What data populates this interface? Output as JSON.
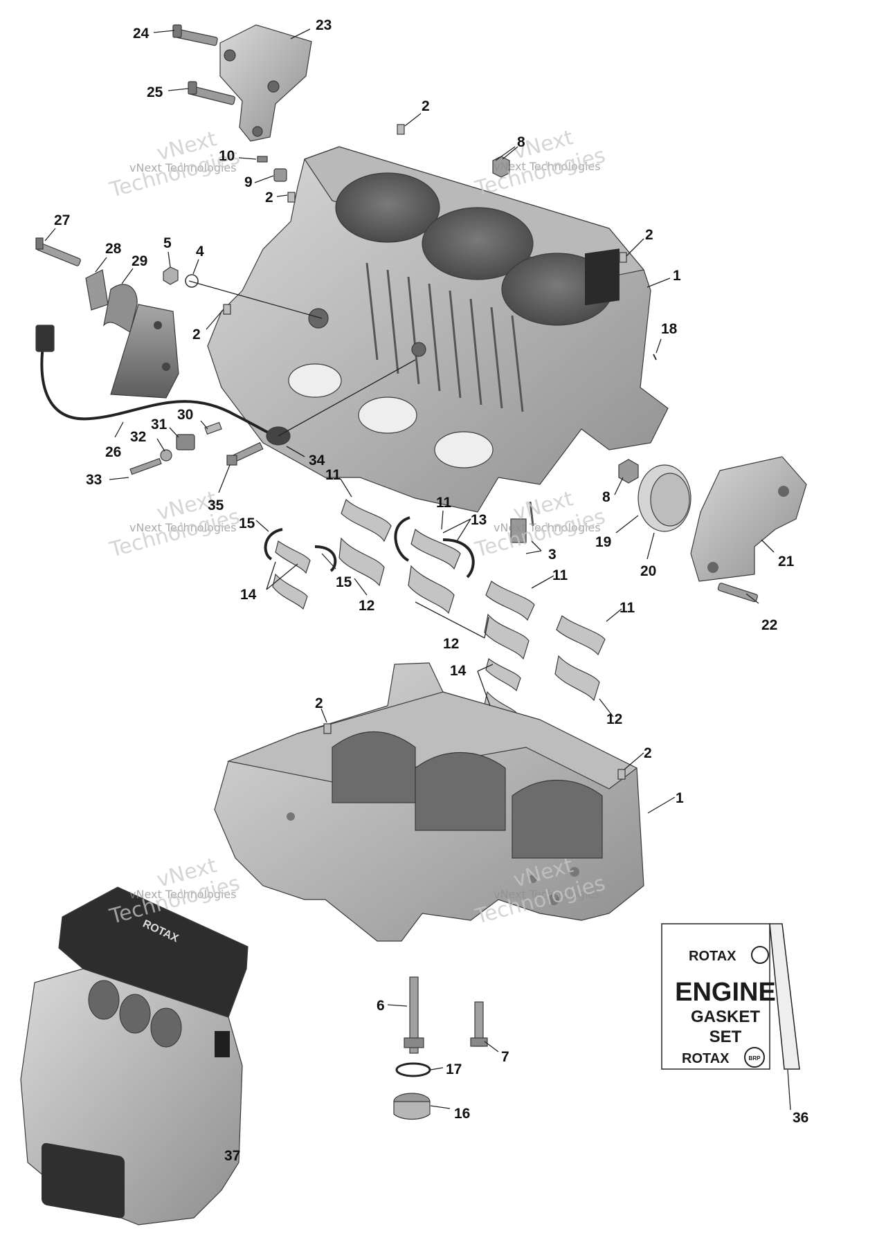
{
  "watermark": {
    "line1": "vNext",
    "line2": "vNext Technologies",
    "line3": "Technologies"
  },
  "callouts": [
    {
      "id": "c24",
      "label": "24"
    },
    {
      "id": "c23",
      "label": "23"
    },
    {
      "id": "c25",
      "label": "25"
    },
    {
      "id": "c2a",
      "label": "2"
    },
    {
      "id": "c8a",
      "label": "8"
    },
    {
      "id": "c10",
      "label": "10"
    },
    {
      "id": "c9",
      "label": "9"
    },
    {
      "id": "c2b",
      "label": "2"
    },
    {
      "id": "c27",
      "label": "27"
    },
    {
      "id": "c5",
      "label": "5"
    },
    {
      "id": "c4",
      "label": "4"
    },
    {
      "id": "c28",
      "label": "28"
    },
    {
      "id": "c29",
      "label": "29"
    },
    {
      "id": "c2c",
      "label": "2"
    },
    {
      "id": "c1a",
      "label": "1"
    },
    {
      "id": "c2d",
      "label": "2"
    },
    {
      "id": "c18",
      "label": "18"
    },
    {
      "id": "c30",
      "label": "30"
    },
    {
      "id": "c31",
      "label": "31"
    },
    {
      "id": "c32",
      "label": "32"
    },
    {
      "id": "c26",
      "label": "26"
    },
    {
      "id": "c34",
      "label": "34"
    },
    {
      "id": "c33",
      "label": "33"
    },
    {
      "id": "c35",
      "label": "35"
    },
    {
      "id": "c11a",
      "label": "11"
    },
    {
      "id": "c11b",
      "label": "11"
    },
    {
      "id": "c13",
      "label": "13"
    },
    {
      "id": "c8b",
      "label": "8"
    },
    {
      "id": "c19",
      "label": "19"
    },
    {
      "id": "c3",
      "label": "3"
    },
    {
      "id": "c20",
      "label": "20"
    },
    {
      "id": "c21",
      "label": "21"
    },
    {
      "id": "c15a",
      "label": "15"
    },
    {
      "id": "c15b",
      "label": "15"
    },
    {
      "id": "c14a",
      "label": "14"
    },
    {
      "id": "c12a",
      "label": "12"
    },
    {
      "id": "c11c",
      "label": "11"
    },
    {
      "id": "c22",
      "label": "22"
    },
    {
      "id": "c12b",
      "label": "12"
    },
    {
      "id": "c11d",
      "label": "11"
    },
    {
      "id": "c14b",
      "label": "14"
    },
    {
      "id": "c12c",
      "label": "12"
    },
    {
      "id": "c2e",
      "label": "2"
    },
    {
      "id": "c2f",
      "label": "2"
    },
    {
      "id": "c1b",
      "label": "1"
    },
    {
      "id": "c6",
      "label": "6"
    },
    {
      "id": "c7",
      "label": "7"
    },
    {
      "id": "c17",
      "label": "17"
    },
    {
      "id": "c16",
      "label": "16"
    },
    {
      "id": "c36",
      "label": "36"
    },
    {
      "id": "c37",
      "label": "37"
    }
  ],
  "gasket_box": {
    "brand_top": "ROTAX",
    "brand_bottom": "ROTAX",
    "title": "ENGINE",
    "subtitle_line1": "GASKET",
    "subtitle_line2": "SET",
    "badge": "BRP"
  },
  "engine_assembly": {
    "cover_logo": "ROTAX"
  }
}
